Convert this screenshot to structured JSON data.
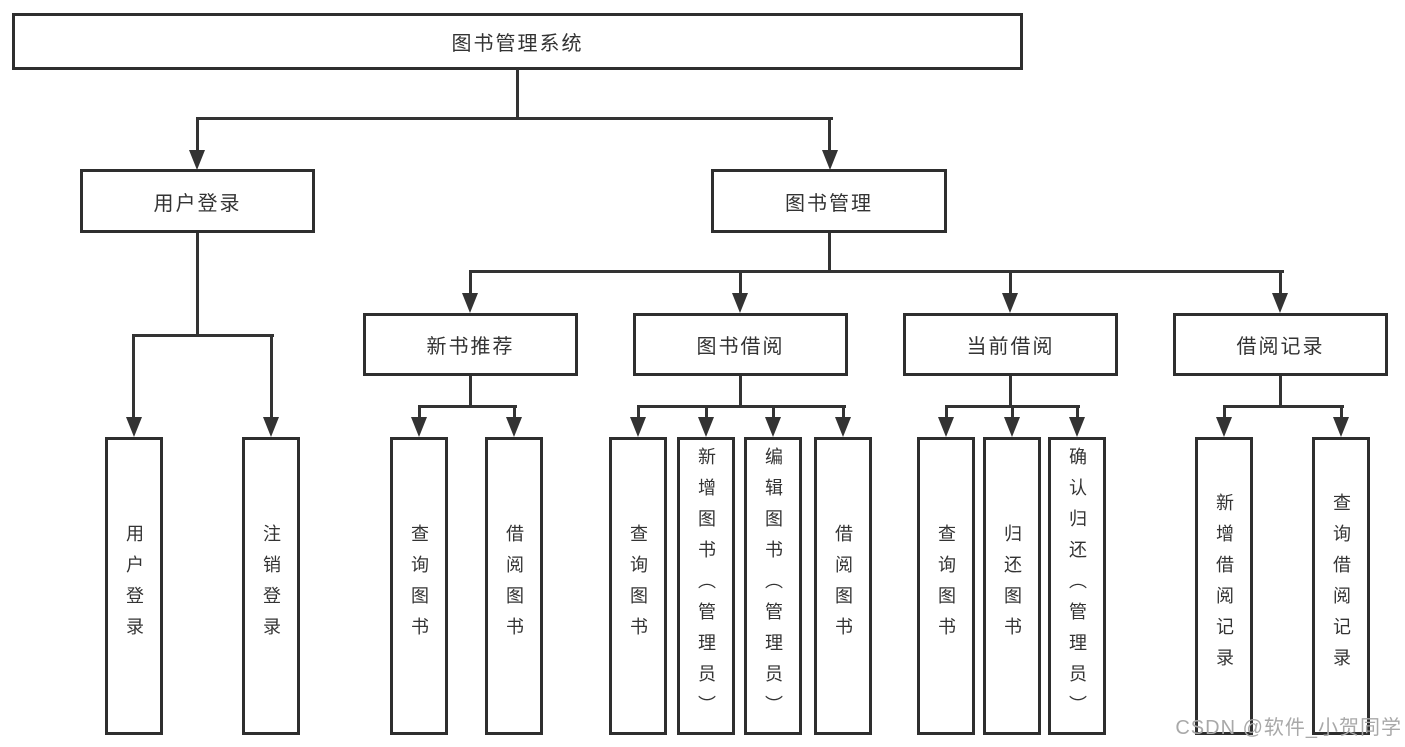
{
  "tree": {
    "root": {
      "label": "图书管理系统",
      "children": [
        {
          "label": "用户登录",
          "children": [
            {
              "label": "用户登录"
            },
            {
              "label": "注销登录"
            }
          ]
        },
        {
          "label": "图书管理",
          "children": [
            {
              "label": "新书推荐",
              "children": [
                {
                  "label": "查询图书"
                },
                {
                  "label": "借阅图书"
                }
              ]
            },
            {
              "label": "图书借阅",
              "children": [
                {
                  "label": "查询图书"
                },
                {
                  "label": "新增图书（管理员）"
                },
                {
                  "label": "编辑图书（管理员）"
                },
                {
                  "label": "借阅图书"
                }
              ]
            },
            {
              "label": "当前借阅",
              "children": [
                {
                  "label": "查询图书"
                },
                {
                  "label": "归还图书"
                },
                {
                  "label": "确认归还（管理员）"
                }
              ]
            },
            {
              "label": "借阅记录",
              "children": [
                {
                  "label": "新增借阅记录"
                },
                {
                  "label": "查询借阅记录"
                }
              ]
            }
          ]
        }
      ]
    }
  },
  "watermark": {
    "text": "CSDN @软件_小贺同学"
  },
  "colors": {
    "line": "#333333",
    "border": "#2e2e2e",
    "text": "#333333",
    "watermark": "#a9a9a9",
    "background": "#ffffff"
  }
}
